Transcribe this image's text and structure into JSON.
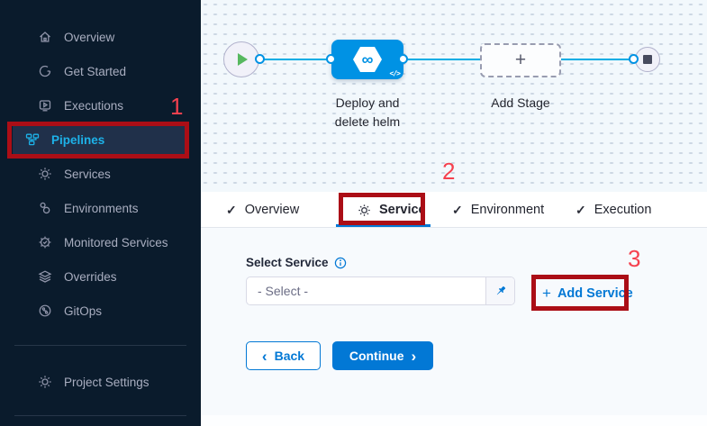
{
  "sidebar": {
    "items": [
      {
        "label": "Overview"
      },
      {
        "label": "Get Started"
      },
      {
        "label": "Executions"
      },
      {
        "label": "Pipelines",
        "active": true
      },
      {
        "label": "Services"
      },
      {
        "label": "Environments"
      },
      {
        "label": "Monitored Services"
      },
      {
        "label": "Overrides"
      },
      {
        "label": "GitOps"
      }
    ],
    "settings_item": {
      "label": "Project Settings"
    }
  },
  "canvas": {
    "stage_name_line1": "Deploy and",
    "stage_name_line2": "delete helm",
    "add_stage_label": "Add Stage",
    "plus_glyph": "+",
    "infinity_glyph": "∞",
    "code_glyph": "</>"
  },
  "tabs": {
    "check_glyph": "✓",
    "items": [
      {
        "label": "Overview"
      },
      {
        "label": "Service",
        "active": true
      },
      {
        "label": "Environment"
      },
      {
        "label": "Execution"
      }
    ]
  },
  "form": {
    "select_service_label": "Select Service",
    "select_value": "- Select -",
    "add_service_plus": "+",
    "add_service_label": "Add Service",
    "back_chevron": "‹",
    "back_label": "Back",
    "continue_label": "Continue",
    "continue_chevron": "›"
  },
  "annotations": {
    "step1": "1",
    "step2": "2",
    "step3": "3"
  },
  "colors": {
    "sidebar_bg": "#0a1b2c",
    "active_item_text": "#1db2e9",
    "accent_blue": "#0278d5",
    "node_blue": "#0092e4",
    "connector_cyan": "#00ade4",
    "annotation_box_red": "#ab0e16",
    "annotation_number_red": "#f5414f"
  }
}
